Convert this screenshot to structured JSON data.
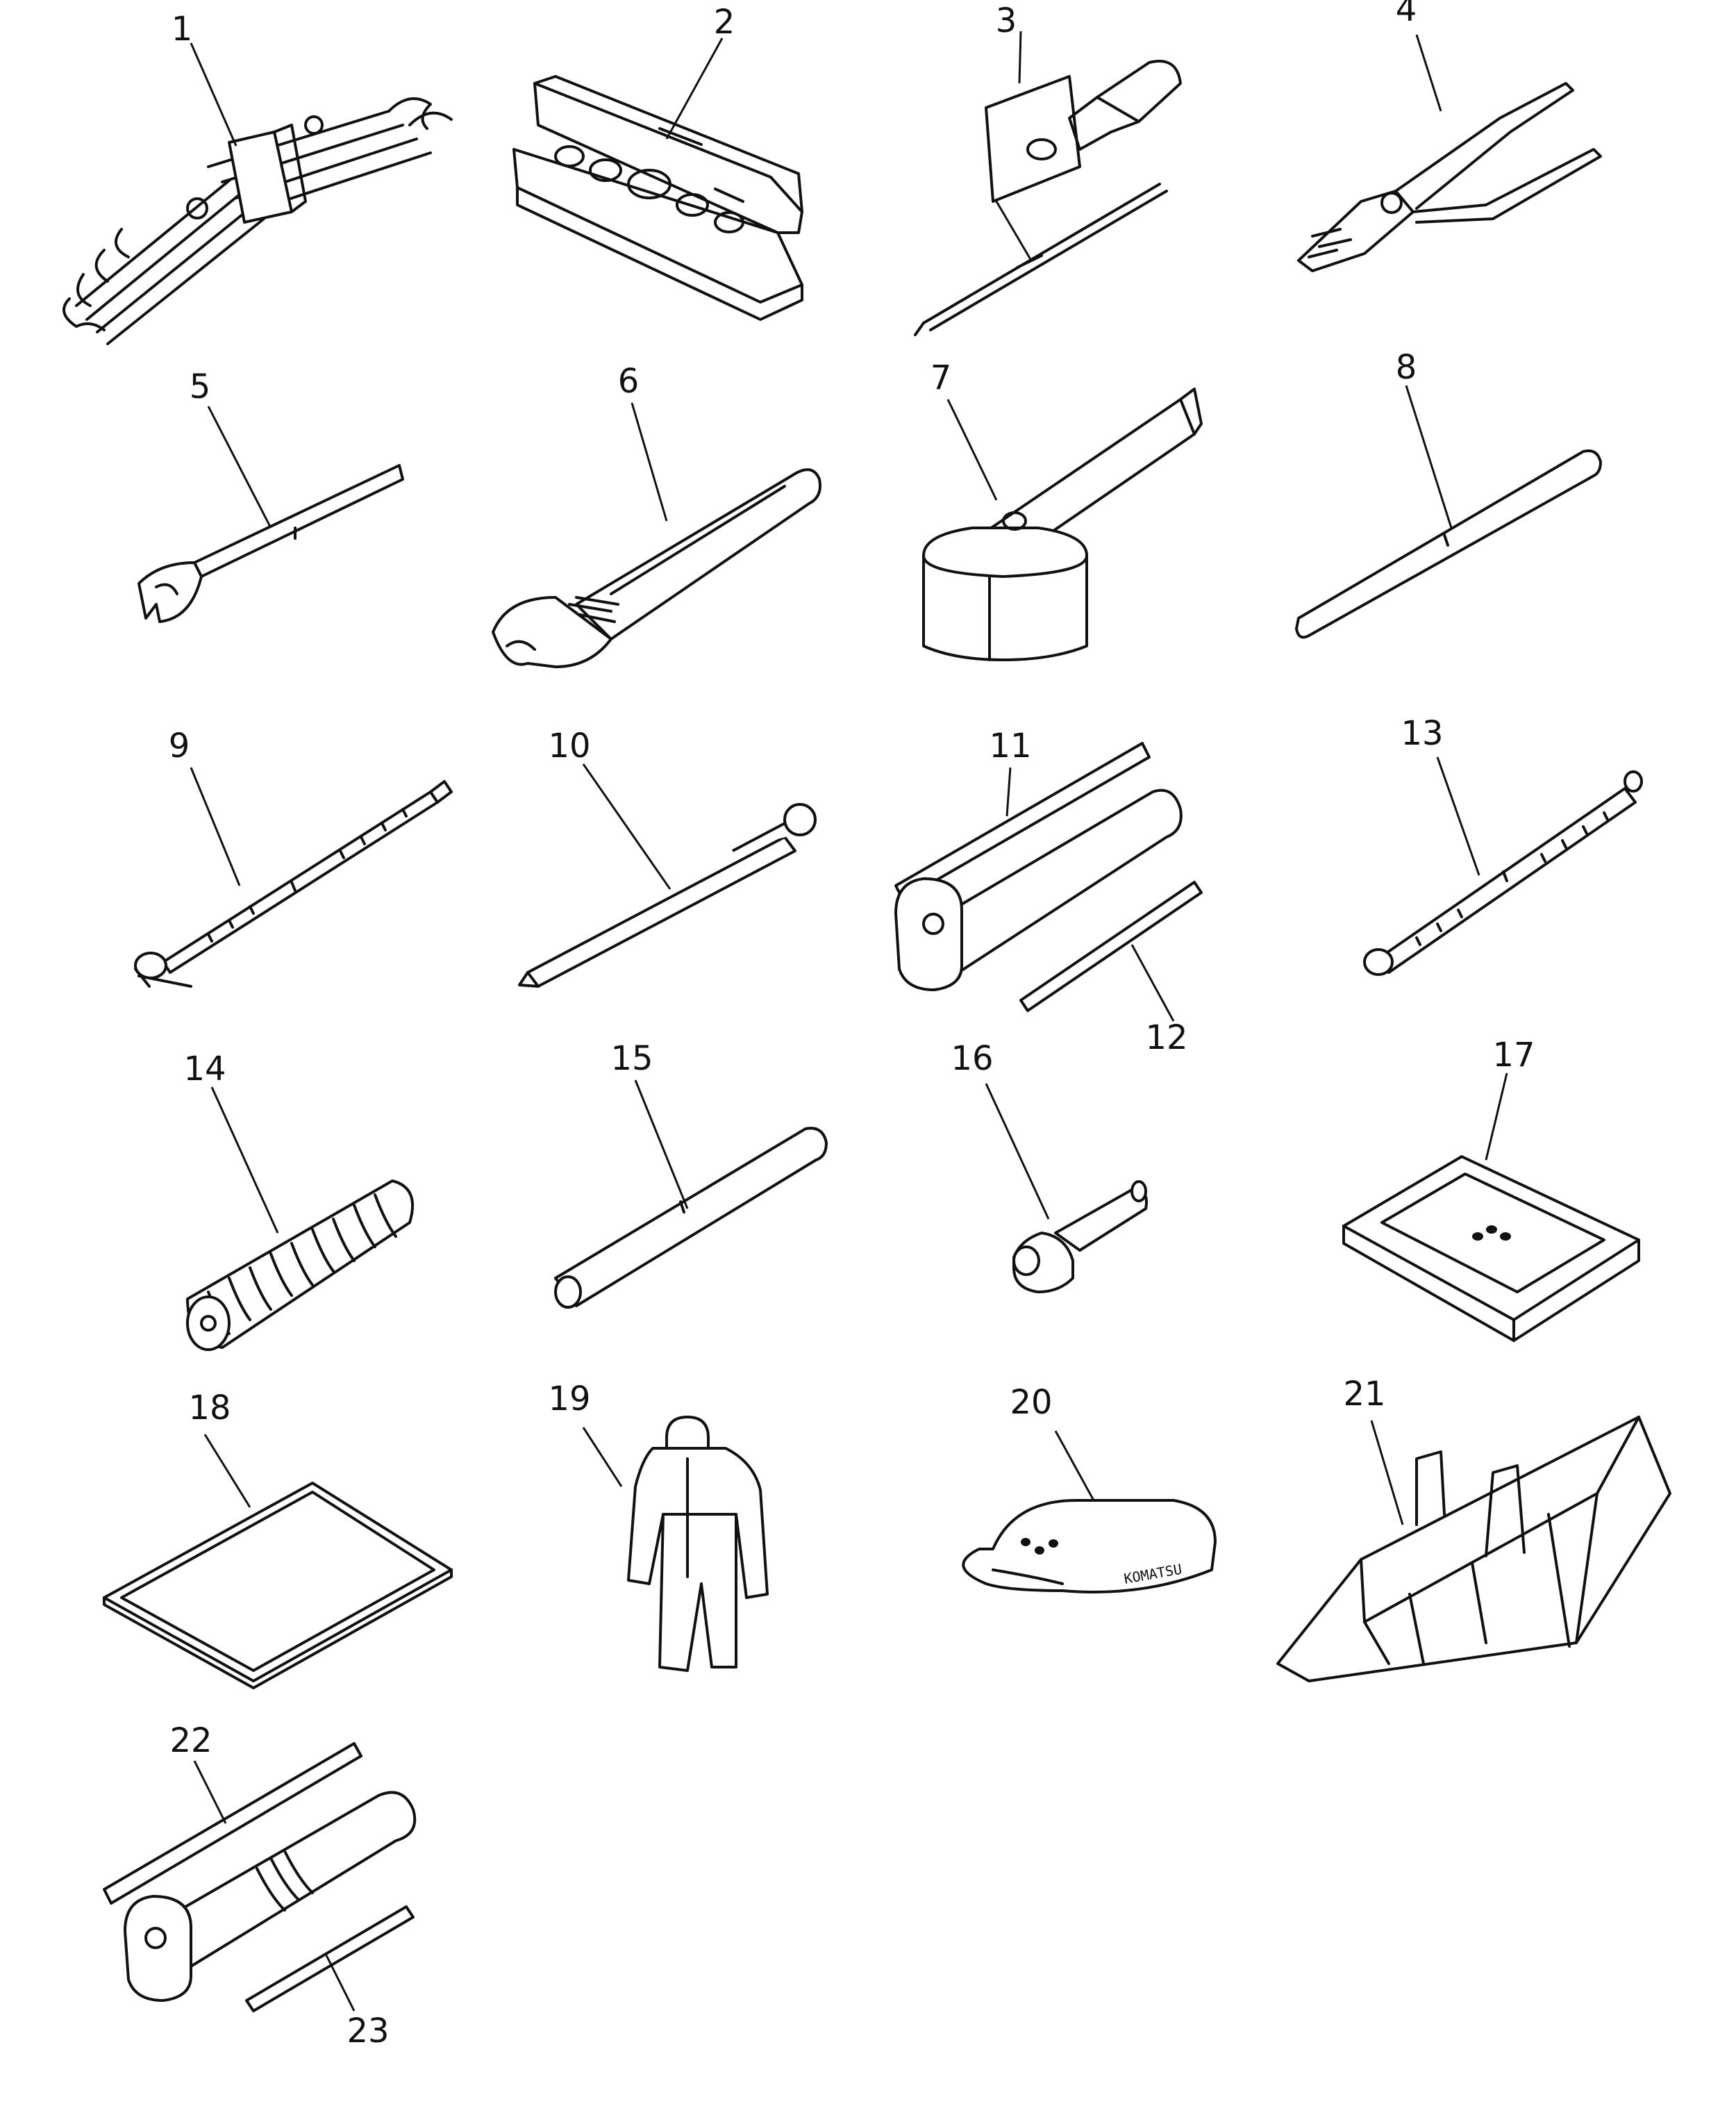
{
  "callouts": [
    {
      "id": "1",
      "label": "1"
    },
    {
      "id": "2",
      "label": "2"
    },
    {
      "id": "3",
      "label": "3"
    },
    {
      "id": "4",
      "label": "4"
    },
    {
      "id": "5",
      "label": "5"
    },
    {
      "id": "6",
      "label": "6"
    },
    {
      "id": "7",
      "label": "7"
    },
    {
      "id": "8",
      "label": "8"
    },
    {
      "id": "9",
      "label": "9"
    },
    {
      "id": "10",
      "label": "10"
    },
    {
      "id": "11",
      "label": "11"
    },
    {
      "id": "12",
      "label": "12"
    },
    {
      "id": "13",
      "label": "13"
    },
    {
      "id": "14",
      "label": "14"
    },
    {
      "id": "15",
      "label": "15"
    },
    {
      "id": "16",
      "label": "16"
    },
    {
      "id": "17",
      "label": "17"
    },
    {
      "id": "18",
      "label": "18"
    },
    {
      "id": "19",
      "label": "19"
    },
    {
      "id": "20",
      "label": "20"
    },
    {
      "id": "21",
      "label": "21"
    },
    {
      "id": "22",
      "label": "22"
    },
    {
      "id": "23",
      "label": "23"
    }
  ],
  "cap_text": "KOMATSU",
  "icons": [
    "wrench-set-icon",
    "socket-case-icon",
    "screwdriver-icon",
    "pliers-icon",
    "spanner-icon",
    "adjustable-wrench-icon",
    "filter-wrench-icon",
    "bar-icon",
    "torque-wrench-icon",
    "tire-gauge-icon",
    "grease-gun-icon",
    "nozzle-pipe-icon",
    "extension-bar-icon",
    "coil-spring-icon",
    "pipe-icon",
    "adapter-icon",
    "case-icon",
    "manual-icon",
    "coverall-icon",
    "cap-icon",
    "tool-bag-icon",
    "grease-gun-icon",
    "nozzle-pipe-icon"
  ]
}
